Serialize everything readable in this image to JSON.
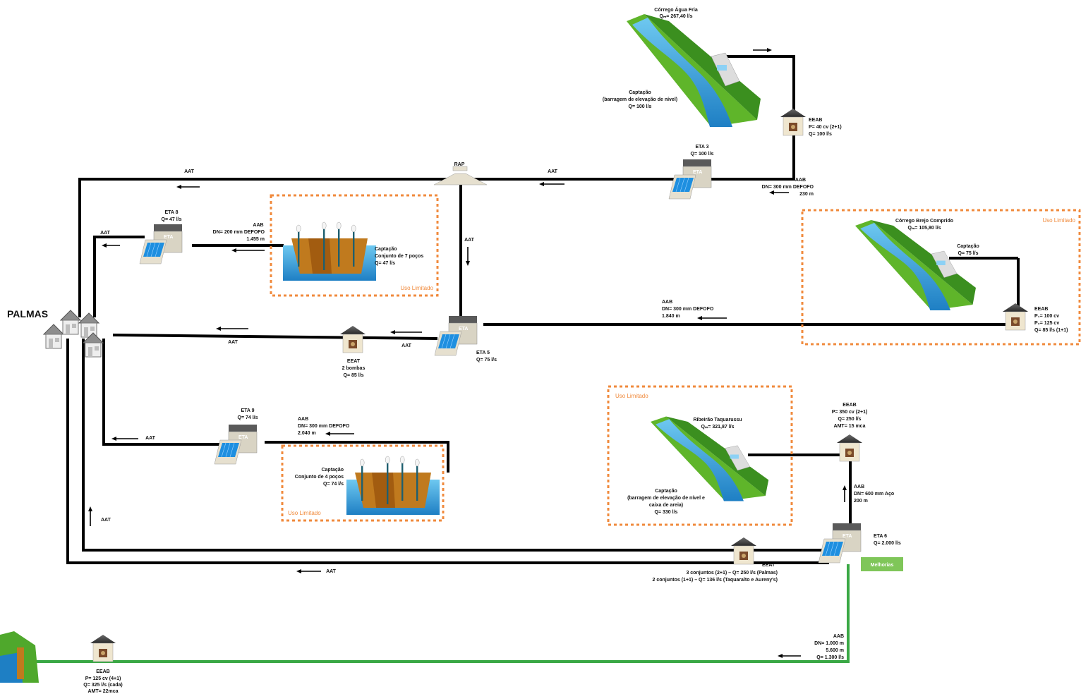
{
  "city": "PALMAS",
  "aat": "AAT",
  "aab": "AAB",
  "rap": "RAP",
  "eta_tag": "ETA",
  "uso_limitado": "Uso Limitado",
  "melhorias": "Melhorias",
  "agua_fria": {
    "title": "Córrego Água Fria",
    "flow": "Qₘ= 267,40 l/s",
    "cap_l1": "Captação",
    "cap_l2": "(barragem de elevação de nível)",
    "cap_l3": "Q= 100 l/s"
  },
  "eeab1": {
    "name": "EEAB",
    "l1": "P= 40 cv (2+1)",
    "l2": "Q= 100 l/s"
  },
  "eta3": {
    "name": "ETA 3",
    "q": "Q= 100 l/s"
  },
  "aab_eta3": {
    "dn": "DN= 300 mm  DEFOFO",
    "len": "230 m"
  },
  "eta8": {
    "name": "ETA 8",
    "q": "Q= 47 l/s"
  },
  "aab_eta8": {
    "dn": "DN= 200 mm   DEFOFO",
    "len": "1.455 m"
  },
  "pocos7": {
    "l1": "Captação",
    "l2": "Conjunto de 7 poços",
    "l3": "Q= 47 l/s"
  },
  "brejo": {
    "title": "Córrego Brejo Comprido",
    "flow": "Qₘ= 105,80 l/s",
    "cap": "Captação",
    "cap_q": "Q= 75 l/s"
  },
  "eeab_brejo": {
    "name": "EEAB",
    "l1": "P₁= 100 cv",
    "l2": "P₂= 125 cv",
    "l3": "Q= 85 l/s (1+1)"
  },
  "aab_eta5": {
    "dn": "DN= 300 mm  DEFOFO",
    "len": "1.840 m"
  },
  "eta5": {
    "name": "ETA 5",
    "q": "Q= 75 l/s"
  },
  "eeat1": {
    "name": "EEAT",
    "l1": "2 bombas",
    "l2": "Q= 85 l/s"
  },
  "eta9": {
    "name": "ETA 9",
    "q": "Q= 74 l/s"
  },
  "aab_eta9": {
    "dn": "DN= 300 mm   DEFOFO",
    "len": "2.040 m"
  },
  "pocos4": {
    "l1": "Captação",
    "l2": "Conjunto de 4 poços",
    "l3": "Q= 74 l/s"
  },
  "taquarussu": {
    "title": "Ribeirão Taquarussu",
    "flow": "Qₘ= 321,87 l/s",
    "cap_l1": "Captação",
    "cap_l2": "(barragem de elevação de nível e",
    "cap_l3": "caixa de areia)",
    "cap_l4": "Q= 330 l/s"
  },
  "eeab_taq": {
    "name": "EEAB",
    "l1": "P= 350 cv (2+1)",
    "l2": "Q= 250 l/s",
    "l3": "AMT= 15 mca"
  },
  "aab_eta6": {
    "dn": "DN= 600 mm    Aço",
    "len": "200 m"
  },
  "eta6": {
    "name": "ETA 6",
    "q": "Q= 2.000 l/s"
  },
  "eeat2": {
    "name": "EEAT",
    "l1": "3 conjuntos (2+1) – Q= 250 l/s (Palmas)",
    "l2": "2 conjuntos (1+1) – Q= 136 l/s (Taquaralto e Aureny's)"
  },
  "aab_green": {
    "dn": "DN= 1.000 m",
    "len": "5.600 m",
    "q": "Q= 1.300 l/s"
  },
  "eeab_green": {
    "name": "EEAB",
    "l1": "P= 125 cv (4+1)",
    "l2": "Q= 325 l/s (cada)",
    "l3": "AMT= 22mca"
  }
}
